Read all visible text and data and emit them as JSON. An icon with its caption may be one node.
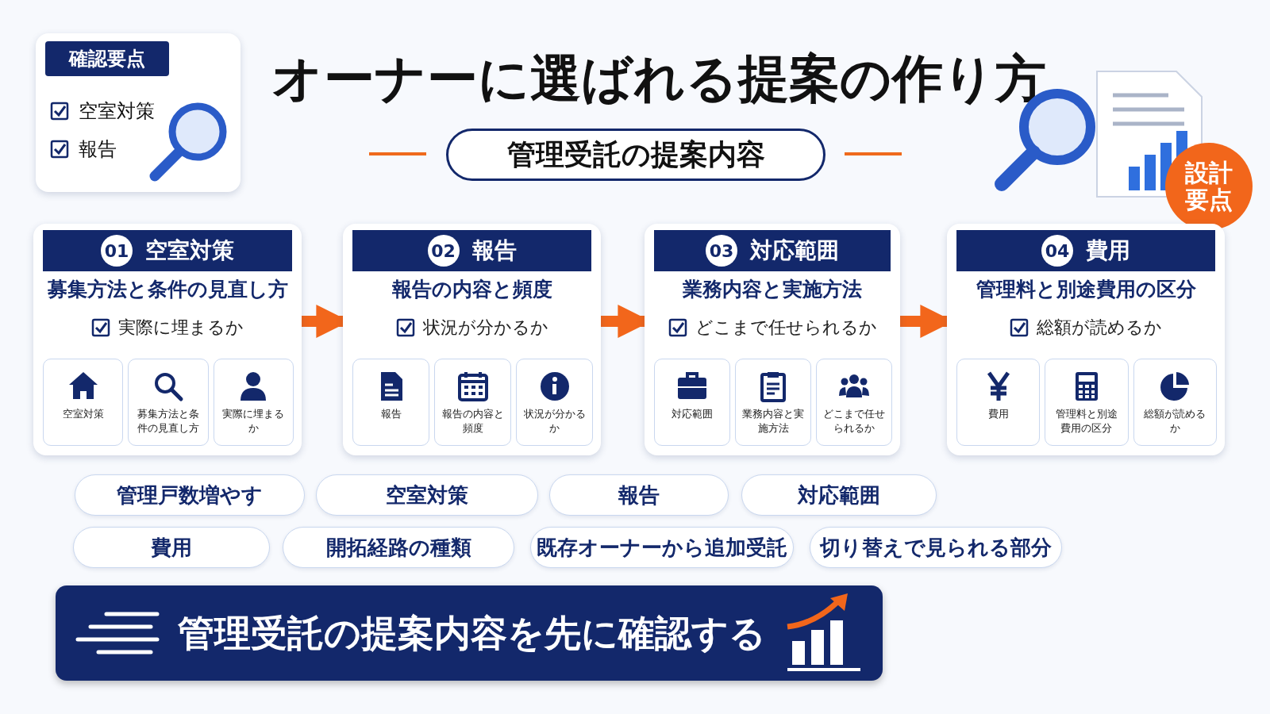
{
  "diagram": {
    "title": "オーナーに選ばれる提案の作り方",
    "nodes": [
      {
        "text": [
          "確認要点",
          "空室対策",
          "報告"
        ]
      },
      {
        "text": [
          "管理受託の提案内容"
        ]
      },
      {
        "text": [
          "設計要点"
        ]
      },
      {
        "text": [
          "01",
          "空室対策",
          "募集方法と条件の見直し方",
          "実際に埋まるか"
        ]
      },
      {
        "text": [
          "空室対策"
        ],
        "in": 3
      },
      {
        "text": [
          "募集方法と条件の見直し方"
        ],
        "in": 3
      },
      {
        "text": [
          "実際に埋まるか"
        ],
        "in": 3
      },
      {
        "text": [
          "02",
          "報告",
          "報告の内容と頻度",
          "状況が分かるか"
        ]
      },
      {
        "text": [
          "報告"
        ],
        "in": 7
      },
      {
        "text": [
          "報告の内容と頻度"
        ],
        "in": 7
      },
      {
        "text": [
          "状況が分かるか"
        ],
        "in": 7
      },
      {
        "text": [
          "03",
          "対応範囲",
          "業務内容と実施方法",
          "どこまで任せられるか"
        ]
      },
      {
        "text": [
          "対応範囲"
        ],
        "in": 11
      },
      {
        "text": [
          "業務内容と実施方法"
        ],
        "in": 11
      },
      {
        "text": [
          "どこまで任せられるか"
        ],
        "in": 11
      },
      {
        "text": [
          "04",
          "費用",
          "管理料と別途費用の区分",
          "総額が読めるか"
        ]
      },
      {
        "text": [
          "費用"
        ],
        "in": 15
      },
      {
        "text": [
          "管理料と別途費用の区分"
        ],
        "in": 15
      },
      {
        "text": [
          "総額が読めるか"
        ],
        "in": 15
      },
      {
        "text": [
          "管理戸数増やす"
        ]
      },
      {
        "text": [
          "空室対策"
        ]
      },
      {
        "text": [
          "報告"
        ]
      },
      {
        "text": [
          "対応範囲"
        ]
      },
      {
        "text": [
          "費用"
        ]
      },
      {
        "text": [
          "開拓経路の種類"
        ]
      },
      {
        "text": [
          "既存オーナーから追加受託"
        ]
      },
      {
        "text": [
          "切り替えで見られる部分"
        ]
      },
      {
        "text": [
          "管理受託の提案内容を先に確認する"
        ]
      }
    ],
    "edges": [
      {
        "from": 3,
        "to": 7,
        "arrow": "to"
      },
      {
        "from": 7,
        "to": 11,
        "arrow": "to"
      },
      {
        "from": 11,
        "to": 15,
        "arrow": "to"
      }
    ]
  }
}
